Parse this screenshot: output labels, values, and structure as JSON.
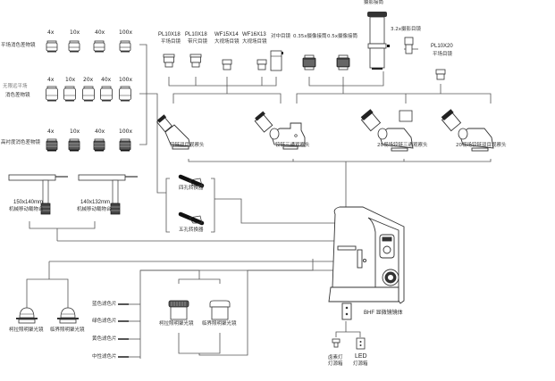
{
  "objectives": {
    "plan_achromatic": {
      "label": "平场消色差物镜",
      "mags": [
        "4x",
        "10x",
        "40x",
        "100x"
      ]
    },
    "infinity_plan": {
      "label_line1": "无限远平场",
      "label_line2": "消色差物镜",
      "mags": [
        "4x",
        "10x",
        "20x",
        "40x",
        "100x"
      ]
    },
    "high_contrast": {
      "label": "高衬度消色差物镜",
      "mags": [
        "4x",
        "10x",
        "40x",
        "100x"
      ]
    }
  },
  "eyepieces": [
    {
      "code": "PL10X18",
      "name": "平场目镜"
    },
    {
      "code": "PL10X18",
      "name": "带尺目镜"
    },
    {
      "code": "WF15X14",
      "name": "大视场目镜"
    },
    {
      "code": "WF16X13",
      "name": "大视场目镜"
    }
  ],
  "centering_eyepiece": "对中目镜",
  "camera_adapters": [
    "0.35x摄像接筒",
    "0.5x摄像接筒"
  ],
  "photo_tube": "摄影接筒",
  "photo_eyepiece": "3.2x摄影目镜",
  "pl10x20": {
    "code": "PL10X20",
    "name": "平场目镜"
  },
  "heads": [
    "铰链双目观察头",
    "铰链三通观察头",
    "20视场铰链三通观察头",
    "20视场铰链双目观察头"
  ],
  "nosepieces": [
    "四孔转换器",
    "五孔转换器"
  ],
  "stages": [
    {
      "size": "150x140mm",
      "name": "机械移动载物台"
    },
    {
      "size": "140x132mm",
      "name": "机械移动载物台"
    }
  ],
  "condensers_left": [
    "柯拉照明聚光镜",
    "临界照明聚光镜"
  ],
  "condensers_mid": [
    "柯拉照明聚光镜",
    "临界照明聚光镜"
  ],
  "filters": [
    "蓝色滤色片",
    "绿色滤色片",
    "黄色滤色片",
    "中性滤色片"
  ],
  "body": "BHF 显微镜镜体",
  "lamps": [
    {
      "line1": "卤素灯",
      "line2": "灯源箱"
    },
    {
      "line1": "LED",
      "line2": "灯源箱"
    }
  ]
}
